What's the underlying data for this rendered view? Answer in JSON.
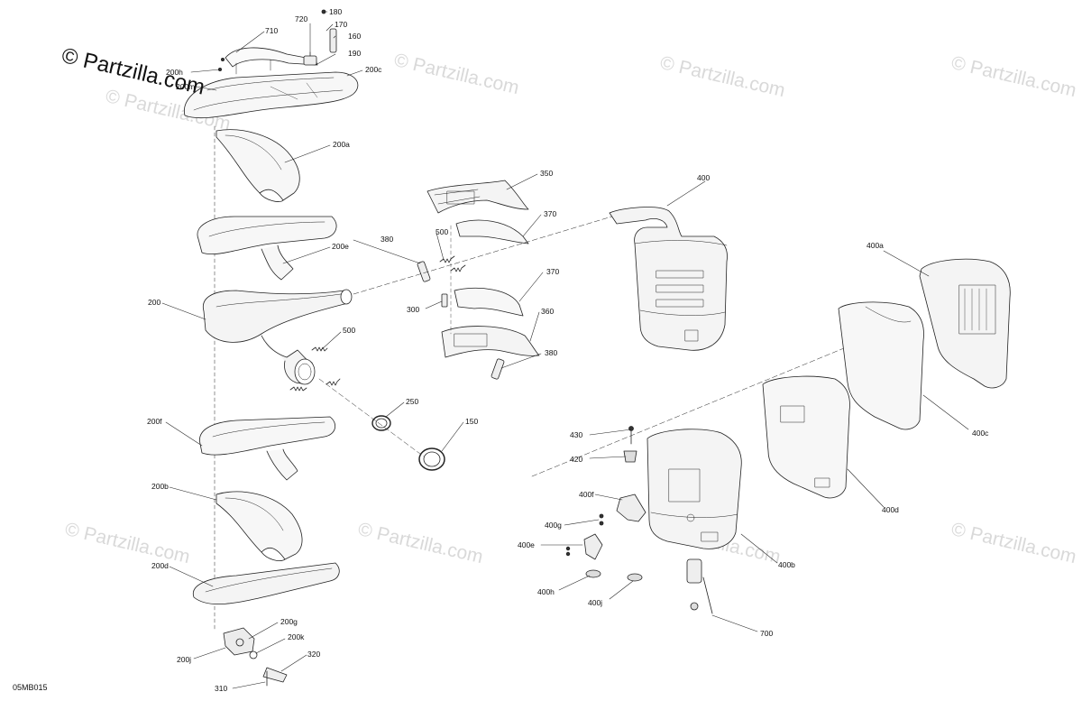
{
  "watermark": {
    "main": "© Partzilla.com",
    "faint": "© Partzilla.com"
  },
  "diagram_code": "05MB015",
  "callouts": {
    "c180": "180",
    "c720": "720",
    "c170": "170",
    "c710": "710",
    "c160": "160",
    "c190": "190",
    "c200h": "200h",
    "c200c": "200c",
    "c200m": "200m",
    "c200a": "200a",
    "c200e": "200e",
    "c200": "200",
    "c200f": "200f",
    "c200b": "200b",
    "c200d": "200d",
    "c200g": "200g",
    "c200k": "200k",
    "c200j": "200j",
    "c320": "320",
    "c310": "310",
    "c350": "350",
    "c370a": "370",
    "c380a": "380",
    "c500a": "500",
    "c370b": "370",
    "c300": "300",
    "c360": "360",
    "c380b": "380",
    "c500b": "500",
    "c250": "250",
    "c150": "150",
    "c400": "400",
    "c400a": "400a",
    "c400c": "400c",
    "c400d": "400d",
    "c400b": "400b",
    "c430": "430",
    "c420": "420",
    "c400f": "400f",
    "c400g": "400g",
    "c400e": "400e",
    "c400h": "400h",
    "c400j": "400j",
    "c700": "700"
  }
}
